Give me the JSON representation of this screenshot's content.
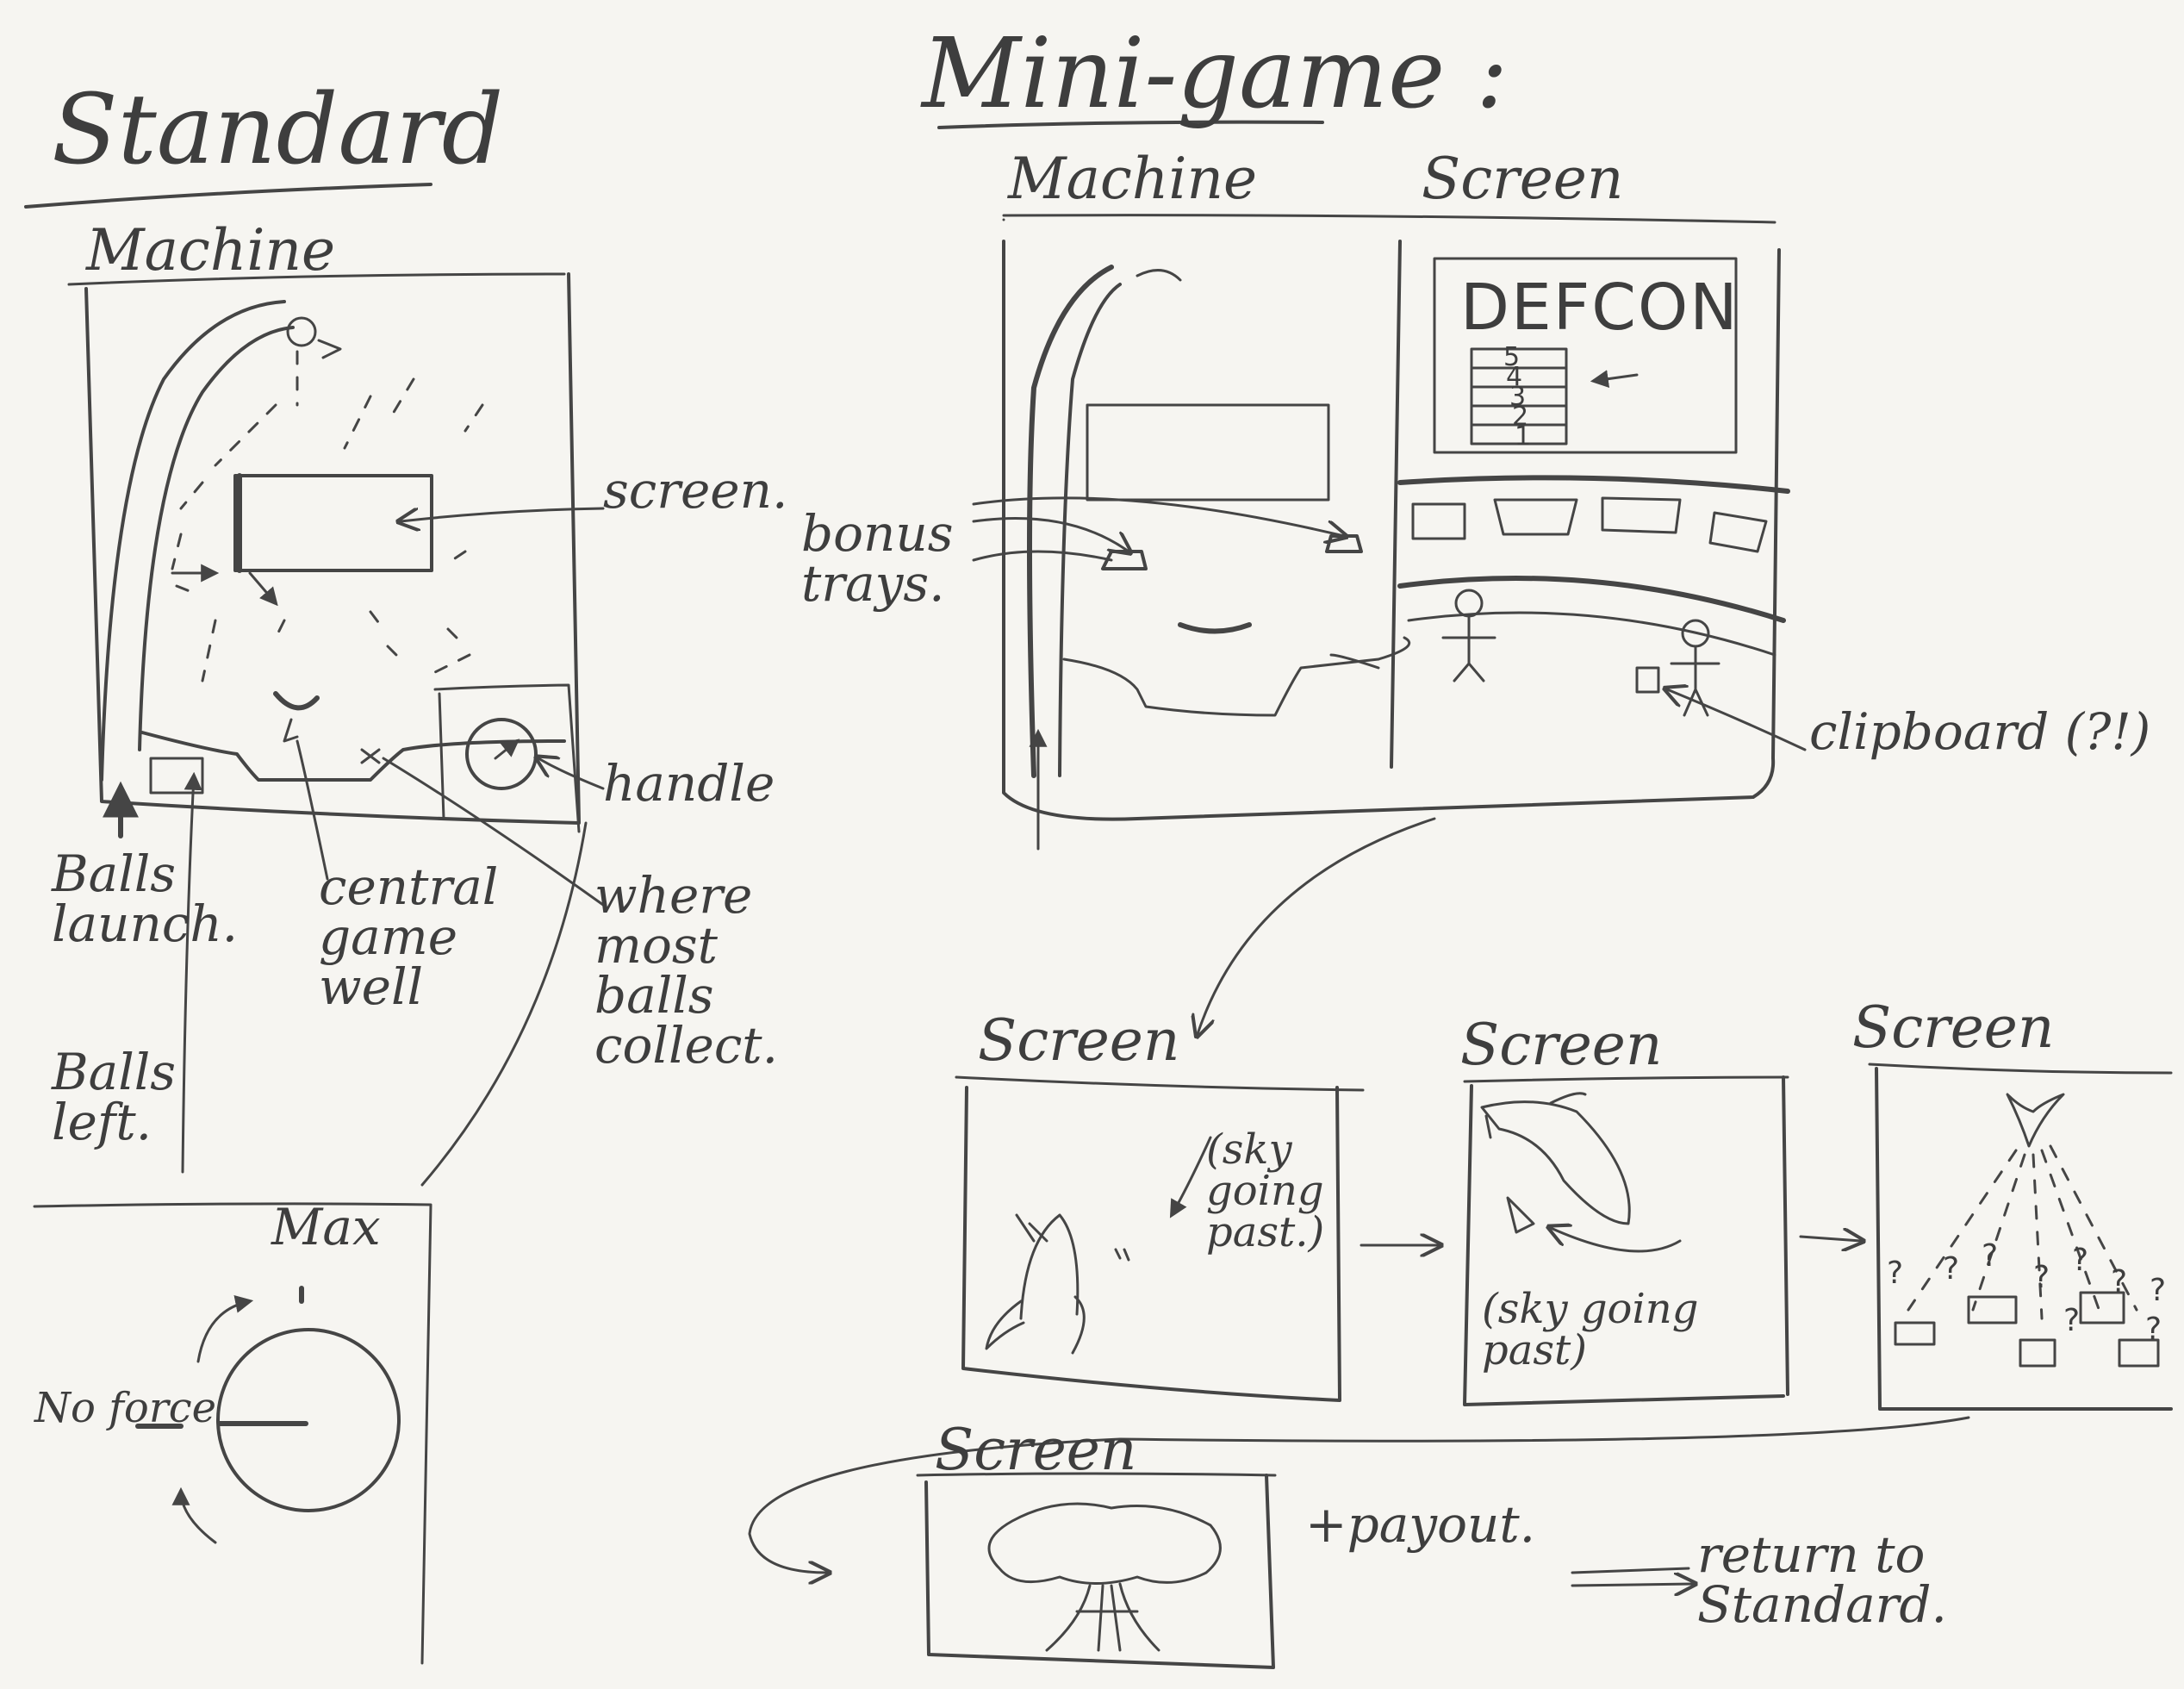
{
  "titles": {
    "standard": "Standard",
    "minigame": "Mini-game :"
  },
  "standard": {
    "machine_label": "Machine",
    "labels": {
      "screen": "screen.",
      "handle": "handle",
      "balls_launch": "Balls launch.",
      "balls_left": "Balls left.",
      "central_game_well": "central game well",
      "where_most_balls_collect": "where most balls collect."
    },
    "dial": {
      "max": "Max",
      "no_force": "No force"
    }
  },
  "minigame": {
    "machine_label": "Machine",
    "screen_label": "Screen",
    "bonus_trays": "bonus trays.",
    "defcon": "DEFCON",
    "defcon_levels": [
      "5",
      "4",
      "3",
      "2",
      "1"
    ],
    "clipboard": "clipboard (?!)"
  },
  "sequence": {
    "screen_labels": [
      "Screen",
      "Screen",
      "Screen",
      "Screen"
    ],
    "sky_note_1": "(sky going past.)",
    "sky_note_2": "(sky going past)",
    "question_marks": [
      "?",
      "?",
      "?",
      "?",
      "?",
      "?",
      "?",
      "?",
      "?"
    ],
    "payout": "+payout.",
    "return": "return to Standard."
  }
}
